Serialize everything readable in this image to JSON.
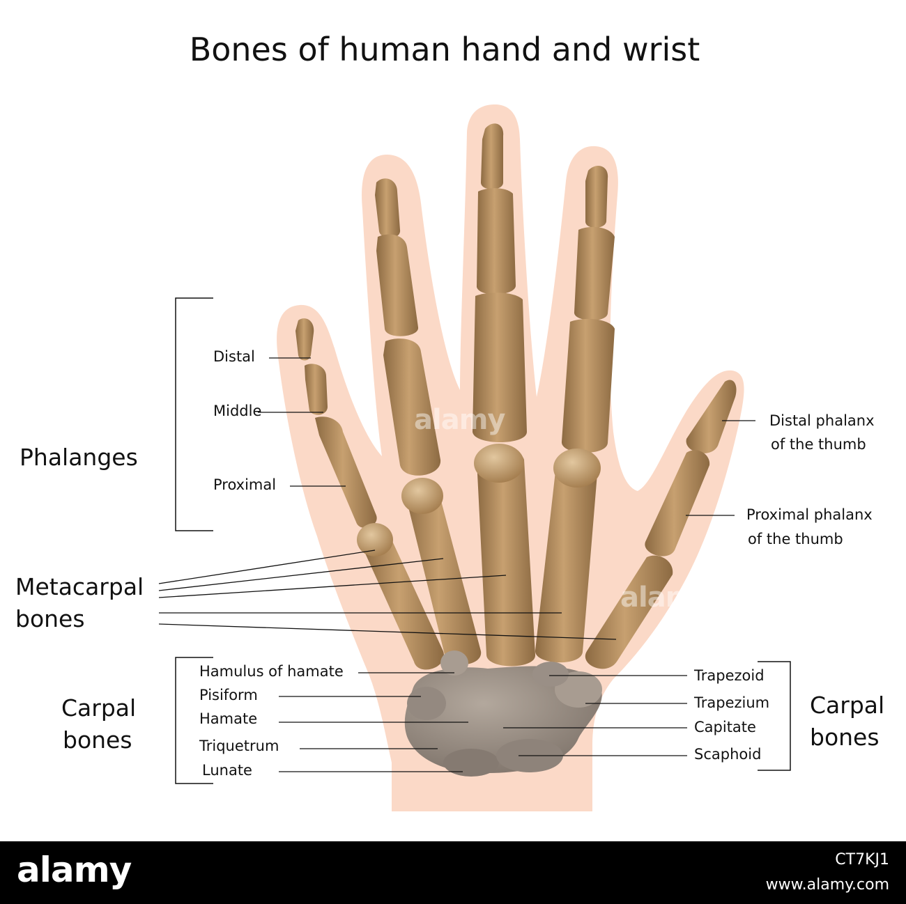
{
  "title": "Bones of human hand and wrist",
  "groups": {
    "phalanges": "Phalanges",
    "metacarpal_line1": "Metacarpal",
    "metacarpal_line2": "bones",
    "carpal_left_line1": "Carpal",
    "carpal_left_line2": "bones",
    "carpal_right_line1": "Carpal",
    "carpal_right_line2": "bones"
  },
  "phalanx_labels": {
    "distal": "Distal",
    "middle": "Middle",
    "proximal": "Proximal"
  },
  "thumb_labels": {
    "distal_line1": "Distal phalanx",
    "distal_line2": "of the thumb",
    "proximal_line1": "Proximal phalanx",
    "proximal_line2": "of the thumb"
  },
  "carpal_left": {
    "hamulus": "Hamulus of hamate",
    "pisiform": "Pisiform",
    "hamate": "Hamate",
    "triquetrum": "Triquetrum",
    "lunate": "Lunate"
  },
  "carpal_right": {
    "trapezoid": "Trapezoid",
    "trapezium": "Trapezium",
    "capitate": "Capitate",
    "scaphoid": "Scaphoid"
  },
  "footer": {
    "logo": "alamy",
    "image_id": "CT7KJ1",
    "url": "www.alamy.com"
  },
  "watermark": "alamy",
  "colors": {
    "skin": "#fbd9c7",
    "bone": "#b88f5f",
    "bone_dark": "#8c6a42",
    "bone_light": "#d6b78c",
    "carpal": "#8d8278",
    "carpal_light": "#a79c91",
    "line": "#111111"
  }
}
